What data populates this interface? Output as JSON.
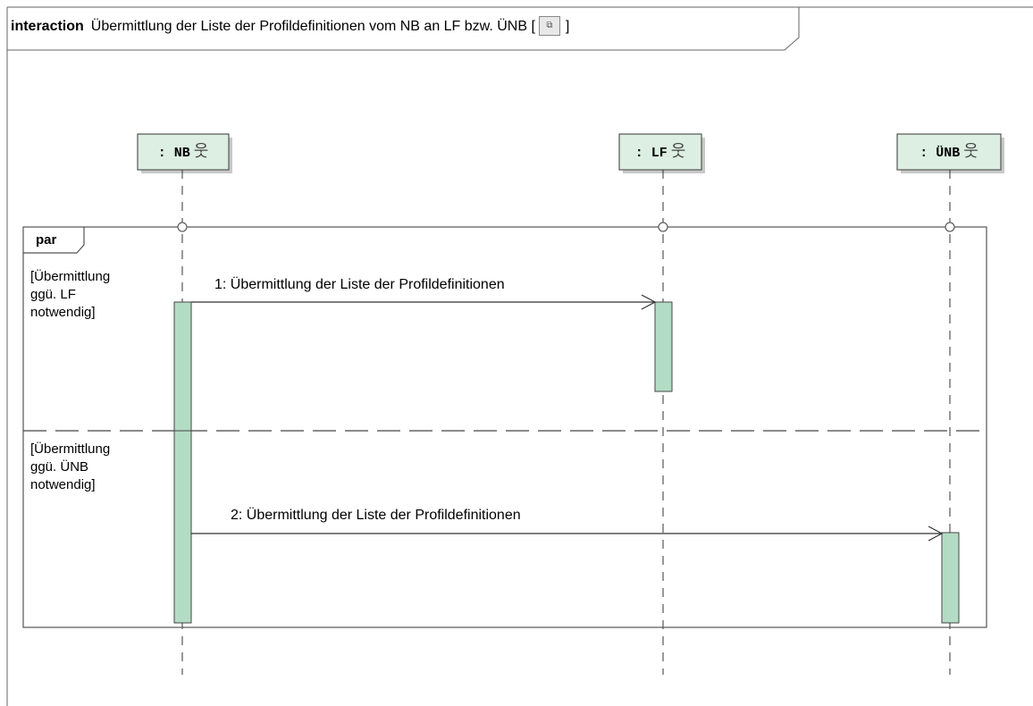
{
  "frame": {
    "keyword": "interaction",
    "title": "Übermittlung der Liste der Profildefinitionen vom NB an LF bzw. ÜNB",
    "bracket_open": "[",
    "bracket_close": "]",
    "icon": "sequence-diagram-icon"
  },
  "lifelines": [
    {
      "name": ": NB",
      "actor_icon": "actor-icon"
    },
    {
      "name": ": LF",
      "actor_icon": "actor-icon"
    },
    {
      "name": ": ÜNB",
      "actor_icon": "actor-icon"
    }
  ],
  "fragment": {
    "operator": "par",
    "operands": [
      {
        "guard": "[Übermittlung\nggü. LF\nnotwendig]"
      },
      {
        "guard": "[Übermittlung\nggü. ÜNB\nnotwendig]"
      }
    ]
  },
  "messages": [
    {
      "label": "1: Übermittlung der Liste der Profildefinitionen",
      "from": ": NB",
      "to": ": LF"
    },
    {
      "label": "2: Übermittlung der Liste der Profildefinitionen",
      "from": ": NB",
      "to": ": ÜNB"
    }
  ],
  "colors": {
    "lifeline_fill": "#dcefe2",
    "activation_fill": "#b3dcc4",
    "stroke": "#555555"
  }
}
